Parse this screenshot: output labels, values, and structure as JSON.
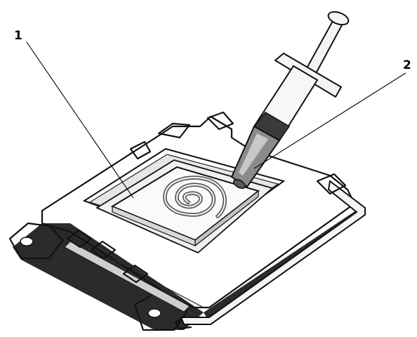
{
  "callouts": [
    {
      "id": "1",
      "text": "1"
    },
    {
      "id": "2",
      "text": "2"
    }
  ],
  "colors": {
    "line": "#111111",
    "metal": "#f4f4f4",
    "shadow": "#cfcfcf",
    "dark": "#2b2b2b",
    "syringe_tip": "#8a8a8a"
  }
}
